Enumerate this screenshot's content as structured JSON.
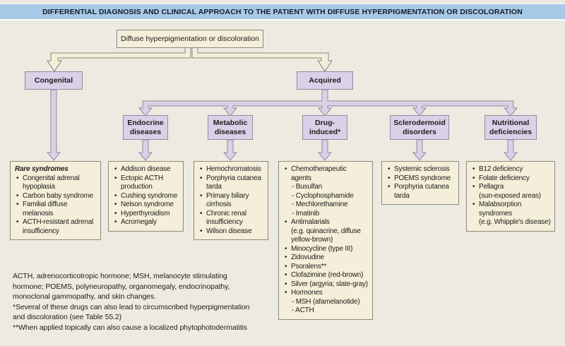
{
  "header": {
    "title": "DIFFERENTIAL DIAGNOSIS AND CLINICAL APPROACH TO THE PATIENT WITH DIFFUSE HYPERPIGMENTATION OR DISCOLORATION"
  },
  "flow": {
    "root": "Diffuse hyperpigmentation or discoloration",
    "congenital": {
      "label": "Congenital",
      "box": {
        "items": [
          {
            "kind": "title",
            "text": "Rare syndromes"
          },
          {
            "kind": "bullet",
            "text": "Congenital adrenal"
          },
          {
            "kind": "cont",
            "text": "hypoplasia"
          },
          {
            "kind": "bullet",
            "text": "Carbon baby syndrome"
          },
          {
            "kind": "bullet",
            "text": "Familial diffuse"
          },
          {
            "kind": "cont",
            "text": "melanosis"
          },
          {
            "kind": "bullet",
            "text": "ACTH-resistant adrenal"
          },
          {
            "kind": "cont",
            "text": "insufficiency"
          }
        ]
      }
    },
    "acquired": {
      "label": "Acquired"
    },
    "categories": [
      {
        "label": "Endocrine diseases",
        "items": [
          {
            "kind": "bullet",
            "text": "Addison disease"
          },
          {
            "kind": "bullet",
            "text": "Ectopic ACTH"
          },
          {
            "kind": "cont",
            "text": "production"
          },
          {
            "kind": "bullet",
            "text": "Cushing syndrome"
          },
          {
            "kind": "bullet",
            "text": "Nelson syndrome"
          },
          {
            "kind": "bullet",
            "text": "Hyperthyroidism"
          },
          {
            "kind": "bullet",
            "text": "Acromegaly"
          }
        ]
      },
      {
        "label": "Metabolic diseases",
        "items": [
          {
            "kind": "bullet",
            "text": "Hemochromatosis"
          },
          {
            "kind": "bullet",
            "text": "Porphyria cutanea"
          },
          {
            "kind": "cont",
            "text": "tarda"
          },
          {
            "kind": "bullet",
            "text": "Primary biliary"
          },
          {
            "kind": "cont",
            "text": "cirrhosis"
          },
          {
            "kind": "bullet",
            "text": "Chronic renal"
          },
          {
            "kind": "cont",
            "text": "insufficiency"
          },
          {
            "kind": "bullet",
            "text": "Wilson disease"
          }
        ]
      },
      {
        "label": "Drug-induced*",
        "items": [
          {
            "kind": "bullet",
            "text": "Chemotherapeutic"
          },
          {
            "kind": "cont",
            "text": "agents"
          },
          {
            "kind": "sub",
            "text": "- Busulfan"
          },
          {
            "kind": "sub",
            "text": "- Cyclophosphamide"
          },
          {
            "kind": "sub",
            "text": "- Mechlorethamine"
          },
          {
            "kind": "sub",
            "text": "- Imatinib"
          },
          {
            "kind": "bullet",
            "text": "Antimalarials"
          },
          {
            "kind": "cont",
            "text": "(e.g. quinacrine, diffuse"
          },
          {
            "kind": "cont",
            "text": "yellow-brown)"
          },
          {
            "kind": "bullet",
            "text": "Minocycline (type III)"
          },
          {
            "kind": "bullet",
            "text": "Zidovudine"
          },
          {
            "kind": "bullet",
            "text": "Psoralens**"
          },
          {
            "kind": "bullet",
            "text": "Clofazimine (red-brown)"
          },
          {
            "kind": "bullet",
            "text": "Silver (argyria; slate-gray)"
          },
          {
            "kind": "bullet",
            "text": "Hormones"
          },
          {
            "kind": "sub",
            "text": "- MSH (afamelanotide)"
          },
          {
            "kind": "sub",
            "text": "- ACTH"
          }
        ]
      },
      {
        "label": "Sclerodermoid disorders",
        "items": [
          {
            "kind": "bullet",
            "text": "Systemic sclerosis"
          },
          {
            "kind": "bullet",
            "text": "POEMS syndrome"
          },
          {
            "kind": "bullet",
            "text": "Porphyria cutanea"
          },
          {
            "kind": "cont",
            "text": "tarda"
          }
        ]
      },
      {
        "label": "Nutritional deficiencies",
        "items": [
          {
            "kind": "bullet",
            "text": "B12 deficiency"
          },
          {
            "kind": "bullet",
            "text": "Folate deficiency"
          },
          {
            "kind": "bullet",
            "text": "Pellagra"
          },
          {
            "kind": "cont",
            "text": "(sun-exposed areas)"
          },
          {
            "kind": "bullet",
            "text": "Malabsorption"
          },
          {
            "kind": "cont",
            "text": "syndromes"
          },
          {
            "kind": "cont",
            "text": "(e.g. Whipple's disease)"
          }
        ]
      }
    ]
  },
  "footer": {
    "lines": [
      "ACTH, adrenocorticotropic hormone; MSH, melanocyte stimulating",
      "hormone; POEMS, polyneuropathy, organomegaly, endocrinopathy,",
      "monoclonal gammopathy, and skin changes.",
      "*Several of these drugs can also lead to circumscribed hyperpigmentation",
      "and discoloration (see Table 55.2)",
      "**When applied topically can also cause a localized phytophotodermatitis"
    ]
  },
  "colors": {
    "page_background": "#edeae1",
    "header_bar": "#a7c9e6",
    "header_text": "#121c28",
    "cream_box": "#f4eeda",
    "cream_border": "#8b8b7d",
    "lavender_box": "#d8d1e7",
    "lavender_border": "#8f8c9e",
    "text": "#1d1d1b"
  }
}
